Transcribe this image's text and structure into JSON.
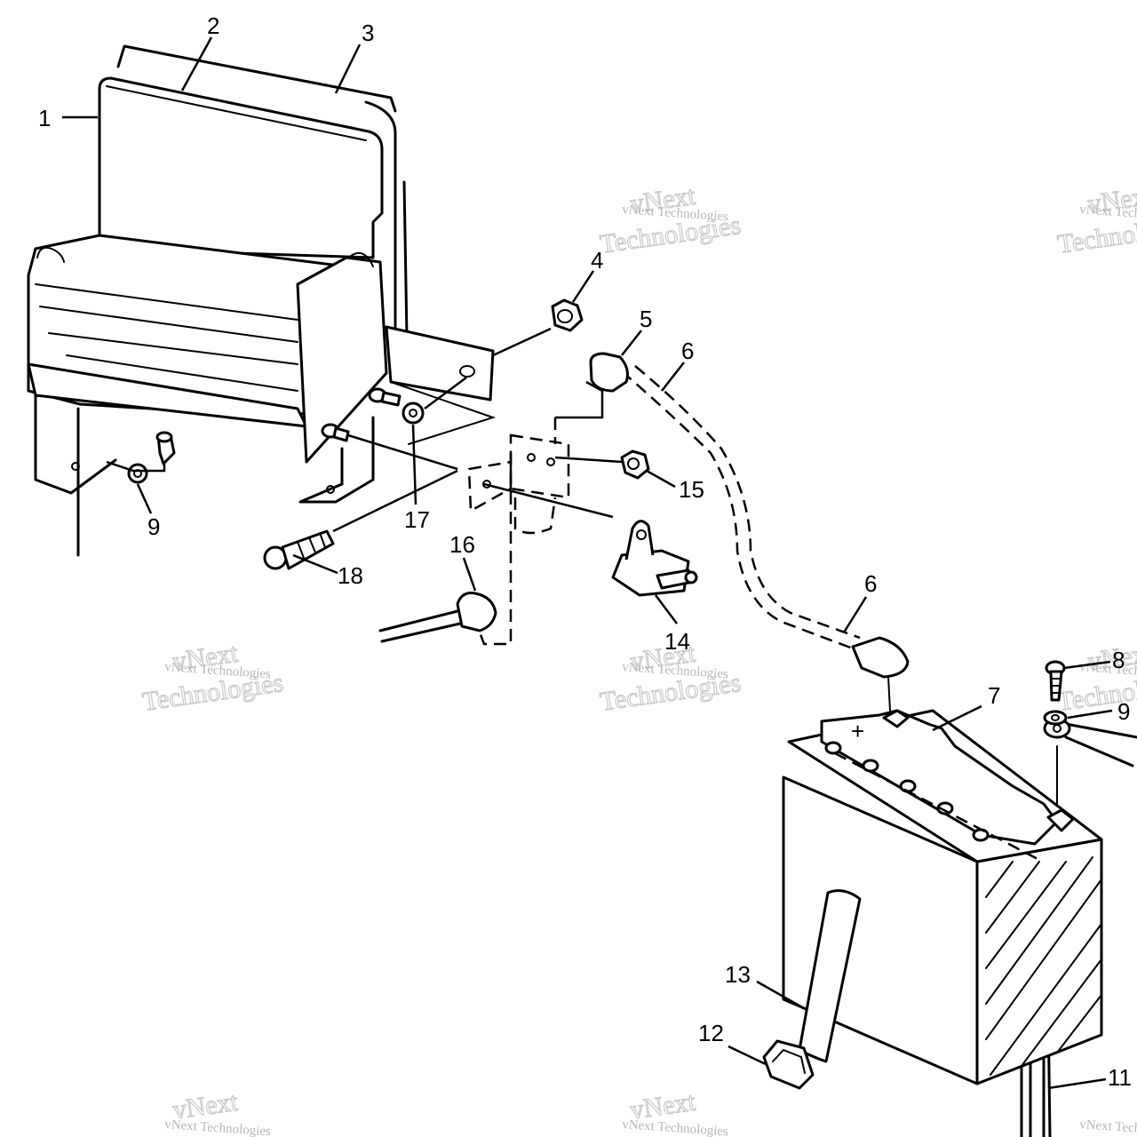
{
  "diagram": {
    "type": "exploded parts diagram",
    "callouts": [
      {
        "id": "c1",
        "label": "1"
      },
      {
        "id": "c2",
        "label": "2"
      },
      {
        "id": "c3",
        "label": "3"
      },
      {
        "id": "c4",
        "label": "4"
      },
      {
        "id": "c5",
        "label": "5"
      },
      {
        "id": "c6a",
        "label": "6"
      },
      {
        "id": "c6b",
        "label": "6"
      },
      {
        "id": "c7",
        "label": "7"
      },
      {
        "id": "c8",
        "label": "8"
      },
      {
        "id": "c9a",
        "label": "9"
      },
      {
        "id": "c9b",
        "label": "9"
      },
      {
        "id": "c11",
        "label": "11"
      },
      {
        "id": "c12",
        "label": "12"
      },
      {
        "id": "c13",
        "label": "13"
      },
      {
        "id": "c14",
        "label": "14"
      },
      {
        "id": "c15",
        "label": "15"
      },
      {
        "id": "c16",
        "label": "16"
      },
      {
        "id": "c17",
        "label": "17"
      },
      {
        "id": "c18",
        "label": "18"
      }
    ],
    "battery_terminal_mark": "+"
  },
  "watermark": {
    "line1": "vNext Technologies",
    "line2": "vNext",
    "line3": "Technologies"
  }
}
